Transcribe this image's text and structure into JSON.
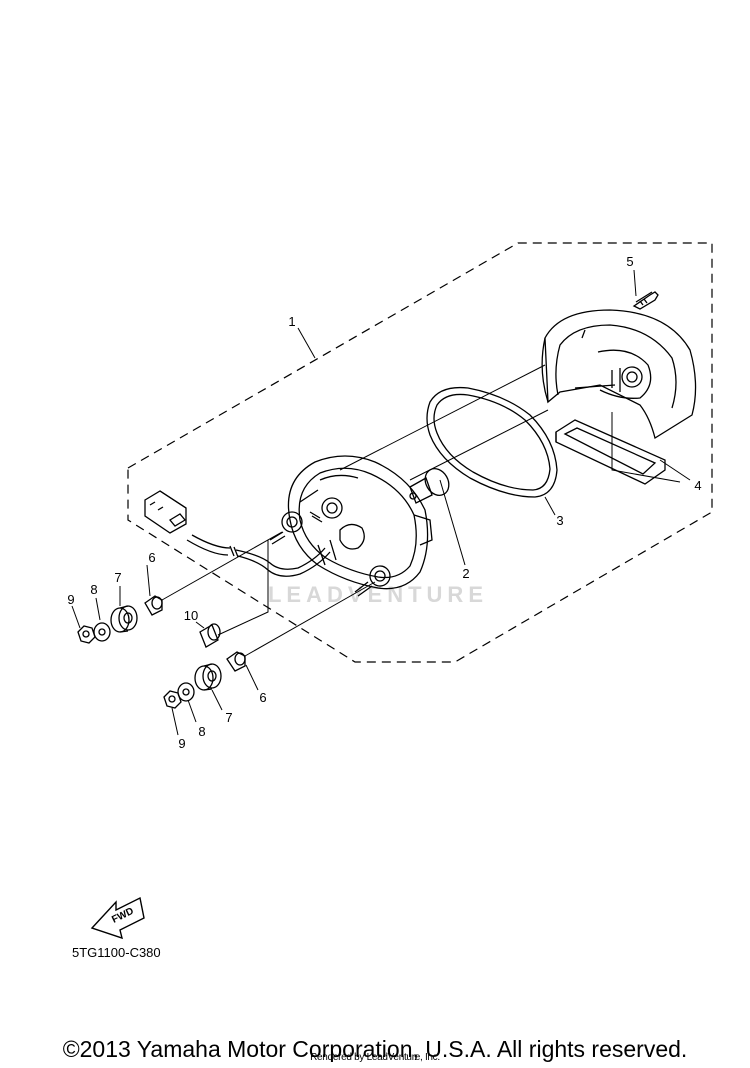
{
  "diagram": {
    "callouts": [
      {
        "id": "c1",
        "text": "1"
      },
      {
        "id": "c2",
        "text": "2"
      },
      {
        "id": "c3",
        "text": "3"
      },
      {
        "id": "c4",
        "text": "4"
      },
      {
        "id": "c5",
        "text": "5"
      },
      {
        "id": "c6a",
        "text": "6"
      },
      {
        "id": "c6b",
        "text": "6"
      },
      {
        "id": "c7a",
        "text": "7"
      },
      {
        "id": "c7b",
        "text": "7"
      },
      {
        "id": "c8a",
        "text": "8"
      },
      {
        "id": "c8b",
        "text": "8"
      },
      {
        "id": "c9a",
        "text": "9"
      },
      {
        "id": "c9b",
        "text": "9"
      },
      {
        "id": "c10",
        "text": "10"
      }
    ],
    "fwd_label": "FWD",
    "diagram_code": "5TG1100-C380",
    "watermark": "LEADVENTURE"
  },
  "footer": {
    "copyright": "©2013 Yamaha Motor Corporation, U.S.A. All rights reserved.",
    "rendered_by": "Rendered by LeadVenture, Inc."
  }
}
